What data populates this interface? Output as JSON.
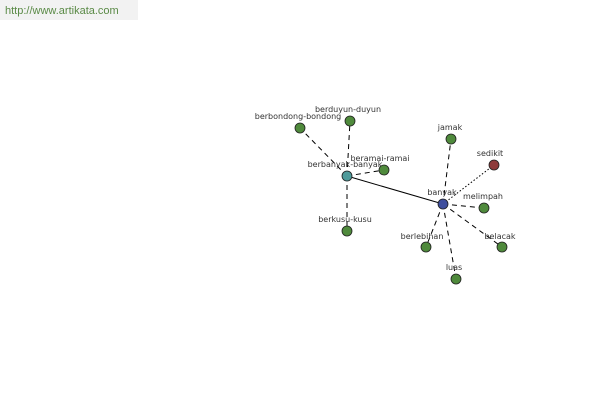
{
  "header": {
    "url": "http://www.artikata.com"
  },
  "colors": {
    "hub_primary": "#3f4f9e",
    "hub_secondary": "#4f9b9b",
    "synonym": "#4f8a3c",
    "antonym": "#8e3a3a",
    "node_stroke": "#1f1f1f",
    "edge": "#000000"
  },
  "graph": {
    "nodes": [
      {
        "id": "banyak",
        "label": "banyak",
        "role": "hub_primary"
      },
      {
        "id": "berbanyak-banyak",
        "label": "berbanyak-banyak",
        "role": "hub_secondary"
      },
      {
        "id": "berbondong-bondong",
        "label": "berbondong-bondong",
        "role": "synonym"
      },
      {
        "id": "berduyun-duyun",
        "label": "berduyun-duyun",
        "role": "synonym"
      },
      {
        "id": "beramai-ramai",
        "label": "beramai-ramai",
        "role": "synonym"
      },
      {
        "id": "berkusu-kusu",
        "label": "berkusu-kusu",
        "role": "synonym"
      },
      {
        "id": "jamak",
        "label": "jamak",
        "role": "synonym"
      },
      {
        "id": "sedikit",
        "label": "sedikit",
        "role": "antonym"
      },
      {
        "id": "melimpah",
        "label": "melimpah",
        "role": "synonym"
      },
      {
        "id": "berlebihan",
        "label": "berlebihan",
        "role": "synonym"
      },
      {
        "id": "belacak",
        "label": "belacak",
        "role": "synonym"
      },
      {
        "id": "luas",
        "label": "luas",
        "role": "synonym"
      }
    ],
    "edges": [
      {
        "from": "berbanyak-banyak",
        "to": "banyak",
        "style": "solid"
      },
      {
        "from": "berbanyak-banyak",
        "to": "berbondong-bondong",
        "style": "dashed"
      },
      {
        "from": "berbanyak-banyak",
        "to": "berduyun-duyun",
        "style": "dashed"
      },
      {
        "from": "berbanyak-banyak",
        "to": "beramai-ramai",
        "style": "dashed"
      },
      {
        "from": "berbanyak-banyak",
        "to": "berkusu-kusu",
        "style": "dashed"
      },
      {
        "from": "banyak",
        "to": "jamak",
        "style": "dashed"
      },
      {
        "from": "banyak",
        "to": "sedikit",
        "style": "dotted"
      },
      {
        "from": "banyak",
        "to": "melimpah",
        "style": "dashed"
      },
      {
        "from": "banyak",
        "to": "berlebihan",
        "style": "dashed"
      },
      {
        "from": "banyak",
        "to": "belacak",
        "style": "dashed"
      },
      {
        "from": "banyak",
        "to": "luas",
        "style": "dashed"
      }
    ]
  }
}
